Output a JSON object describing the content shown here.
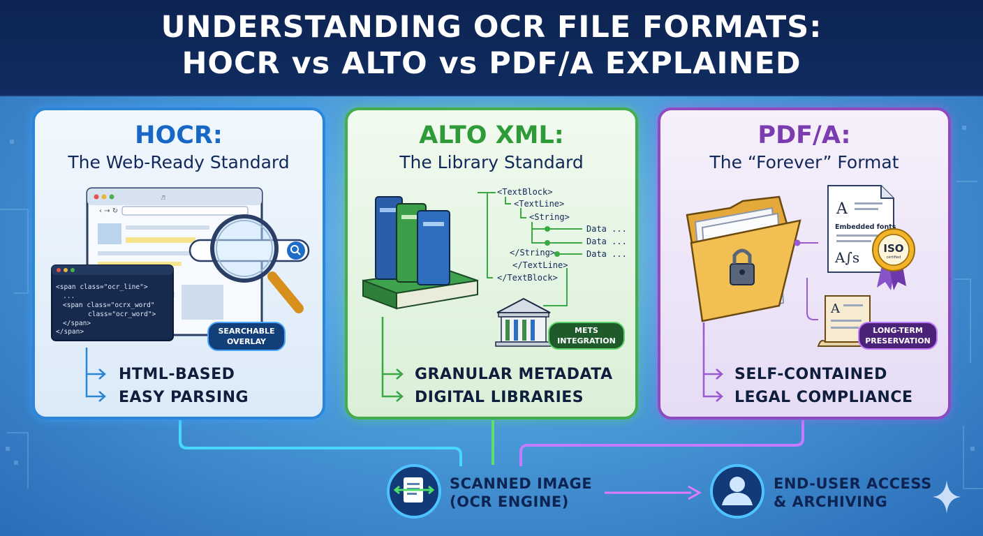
{
  "header": {
    "title_line1": "UNDERSTANDING OCR FILE FORMATS:",
    "title_line2": "HOCR vs ALTO vs PDF/A EXPLAINED"
  },
  "panels": [
    {
      "title": "HOCR:",
      "subtitle": "The Web-Ready Standard",
      "bullets": [
        "HTML-BASED",
        "EASY PARSING"
      ],
      "code_lines": [
        "<span class=\"ocr_line\">",
        "...",
        "<span class=\"ocrx_word\"",
        "class=\"ocr_word\">",
        "</span>",
        "</span>"
      ],
      "badge": [
        "SEARCHABLE",
        "OVERLAY"
      ],
      "browser_url": "♬",
      "accent": "#2c86d8"
    },
    {
      "title": "ALTO XML:",
      "subtitle": "The Library Standard",
      "bullets": [
        "GRANULAR METADATA",
        "DIGITAL LIBRARIES"
      ],
      "xml_tree": [
        "<TextBlock>",
        "<TextLine>",
        "<String>",
        "Data ...",
        "Data ...",
        "</String>",
        "Data ...",
        "</TextLine>",
        "</TextBlock>"
      ],
      "badge": [
        "METS",
        "INTEGRATION"
      ],
      "accent": "#46ad4f"
    },
    {
      "title": "PDF/A:",
      "subtitle": "The “Forever” Format",
      "bullets": [
        "SELF-CONTAINED",
        "LEGAL COMPLIANCE"
      ],
      "doc_label": "Embedded fonts",
      "doc_letters": [
        "A",
        "A∫s",
        "A"
      ],
      "seal_text": [
        "ISO",
        "certified"
      ],
      "badge": [
        "LONG-TERM",
        "PRESERVATION"
      ],
      "accent": "#8d4ac1"
    }
  ],
  "flow": {
    "source_label": [
      "SCANNED IMAGE",
      "(OCR ENGINE)"
    ],
    "target_label": [
      "END-USER ACCESS",
      "& ARCHIVING"
    ]
  },
  "icons": [
    "browser-icon",
    "magnifier-icon",
    "search-icon",
    "code-window-icon",
    "books-icon",
    "library-building-icon",
    "folder-lock-icon",
    "document-icon",
    "iso-seal-icon",
    "scroll-icon",
    "scanned-document-icon",
    "user-icon",
    "sparkle-icon"
  ]
}
